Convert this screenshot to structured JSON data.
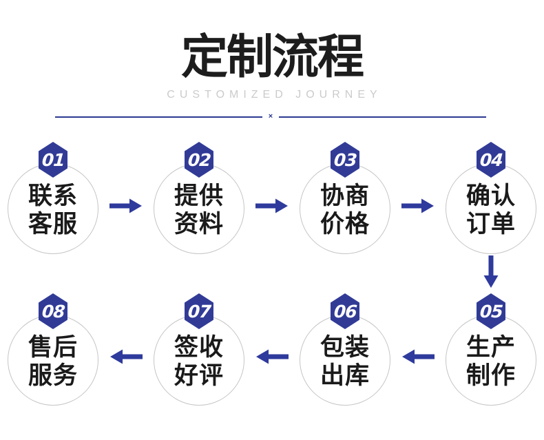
{
  "header": {
    "title": "定制流程",
    "subtitle": "CUSTOMIZED JOURNEY",
    "divider_mark": "×"
  },
  "colors": {
    "accent_navy": "#313B96",
    "arrow_navy": "#2E3A9C",
    "divider_navy": "#2B3990",
    "title_black": "#1D1D1D",
    "subtitle_gray": "#CBCBCB",
    "circle_border_gray": "#C5C5C5",
    "step_text_black": "#1A1A1A"
  },
  "steps": [
    {
      "number": "01",
      "line1": "联系",
      "line2": "客服"
    },
    {
      "number": "02",
      "line1": "提供",
      "line2": "资料"
    },
    {
      "number": "03",
      "line1": "协商",
      "line2": "价格"
    },
    {
      "number": "04",
      "line1": "确认",
      "line2": "订单"
    },
    {
      "number": "05",
      "line1": "生产",
      "line2": "制作"
    },
    {
      "number": "06",
      "line1": "包装",
      "line2": "出库"
    },
    {
      "number": "07",
      "line1": "签收",
      "line2": "好评"
    },
    {
      "number": "08",
      "line1": "售后",
      "line2": "服务"
    }
  ]
}
